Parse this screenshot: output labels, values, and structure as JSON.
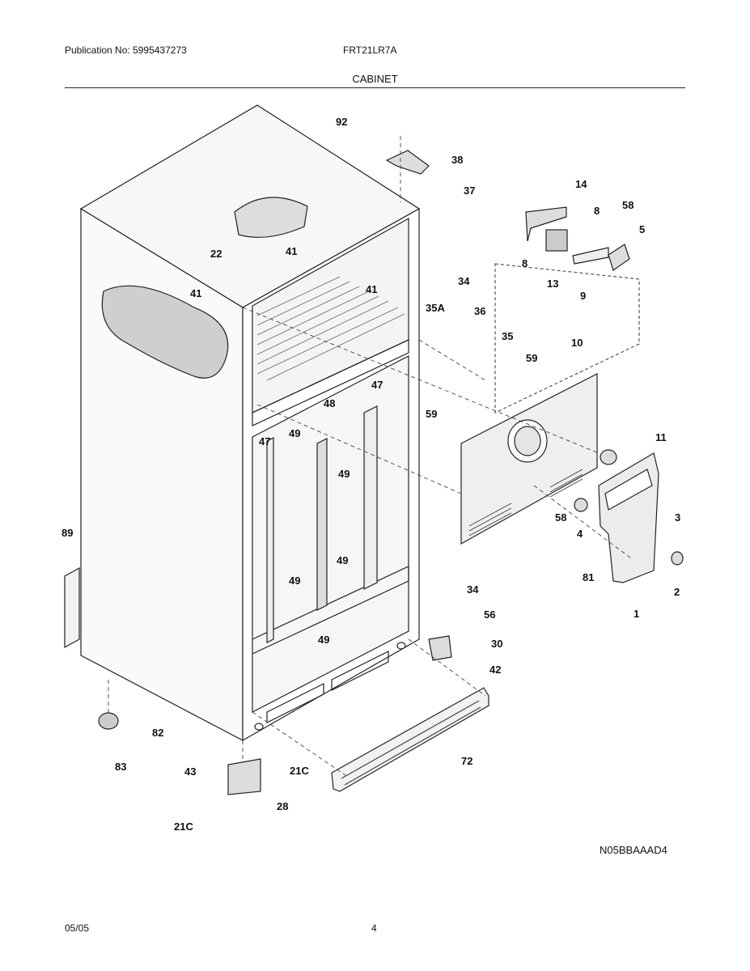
{
  "header": {
    "publication": "Publication No: 5995437273",
    "model": "FRT21LR7A",
    "section_title": "CABINET"
  },
  "diagram": {
    "code": "N05BBAAAD4",
    "callouts": [
      "92",
      "38",
      "37",
      "14",
      "8",
      "58",
      "5",
      "8",
      "13",
      "9",
      "22",
      "41",
      "41",
      "41",
      "34",
      "35A",
      "36",
      "35",
      "59",
      "59",
      "10",
      "47",
      "48",
      "49",
      "47",
      "49",
      "11",
      "3",
      "4",
      "58",
      "2",
      "1",
      "81",
      "89",
      "49",
      "49",
      "49",
      "34",
      "56",
      "30",
      "42",
      "82",
      "83",
      "43",
      "28",
      "21C",
      "21C",
      "72"
    ]
  },
  "footer": {
    "date": "05/05",
    "page": "4"
  }
}
